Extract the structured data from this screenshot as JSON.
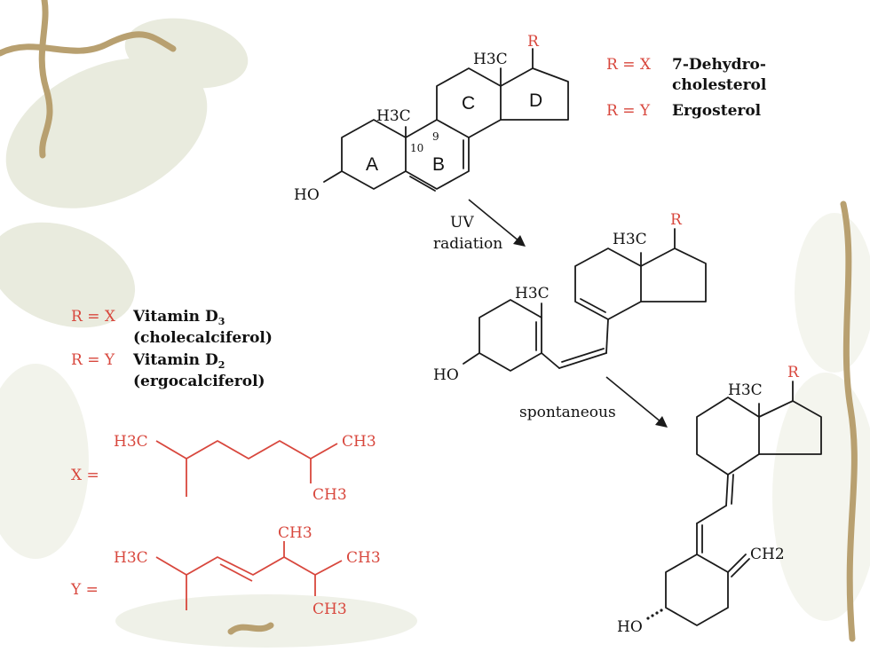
{
  "colors": {
    "black": "#1a1a1a",
    "red": "#d8473d",
    "vine": "#b8a070",
    "leaf": "#cdd2b6"
  },
  "precursor": {
    "r_label": "R",
    "methyl_c13": "H3C",
    "methyl_c10": "H3C",
    "c10_number": "10",
    "c9_number": "9",
    "ring_a": "A",
    "ring_b": "B",
    "ring_c": "C",
    "ring_d": "D",
    "hydroxyl": "HO"
  },
  "precursor_key": [
    {
      "r_eq": "R = X",
      "name_line1": "7-Dehydro-",
      "name_line2": "cholesterol"
    },
    {
      "r_eq": "R = Y",
      "name_line1": "Ergosterol",
      "name_line2": ""
    }
  ],
  "step1": {
    "line1": "UV",
    "line2": "radiation"
  },
  "previtamin": {
    "r_label": "R",
    "methyl_c13": "H3C",
    "methyl_ring": "H3C",
    "hydroxyl": "HO"
  },
  "step2": {
    "label": "spontaneous"
  },
  "vitamin": {
    "r_label": "R",
    "methyl_c13": "H3C",
    "methylene": "CH2",
    "hydroxyl": "HO"
  },
  "vitamin_key": [
    {
      "r_eq": "R = X",
      "name": "Vitamin D",
      "subscript": "3",
      "alt": "(cholecalciferol)"
    },
    {
      "r_eq": "R = Y",
      "name": "Vitamin D",
      "subscript": "2",
      "alt": "(ergocalciferol)"
    }
  ],
  "chain_x": {
    "label": "X =",
    "h3c": "H3C",
    "ch3_end": "CH3",
    "ch3_branch": "CH3"
  },
  "chain_y": {
    "label": "Y =",
    "h3c": "H3C",
    "ch3_top": "CH3",
    "ch3_end": "CH3",
    "ch3_bottom": "CH3"
  }
}
